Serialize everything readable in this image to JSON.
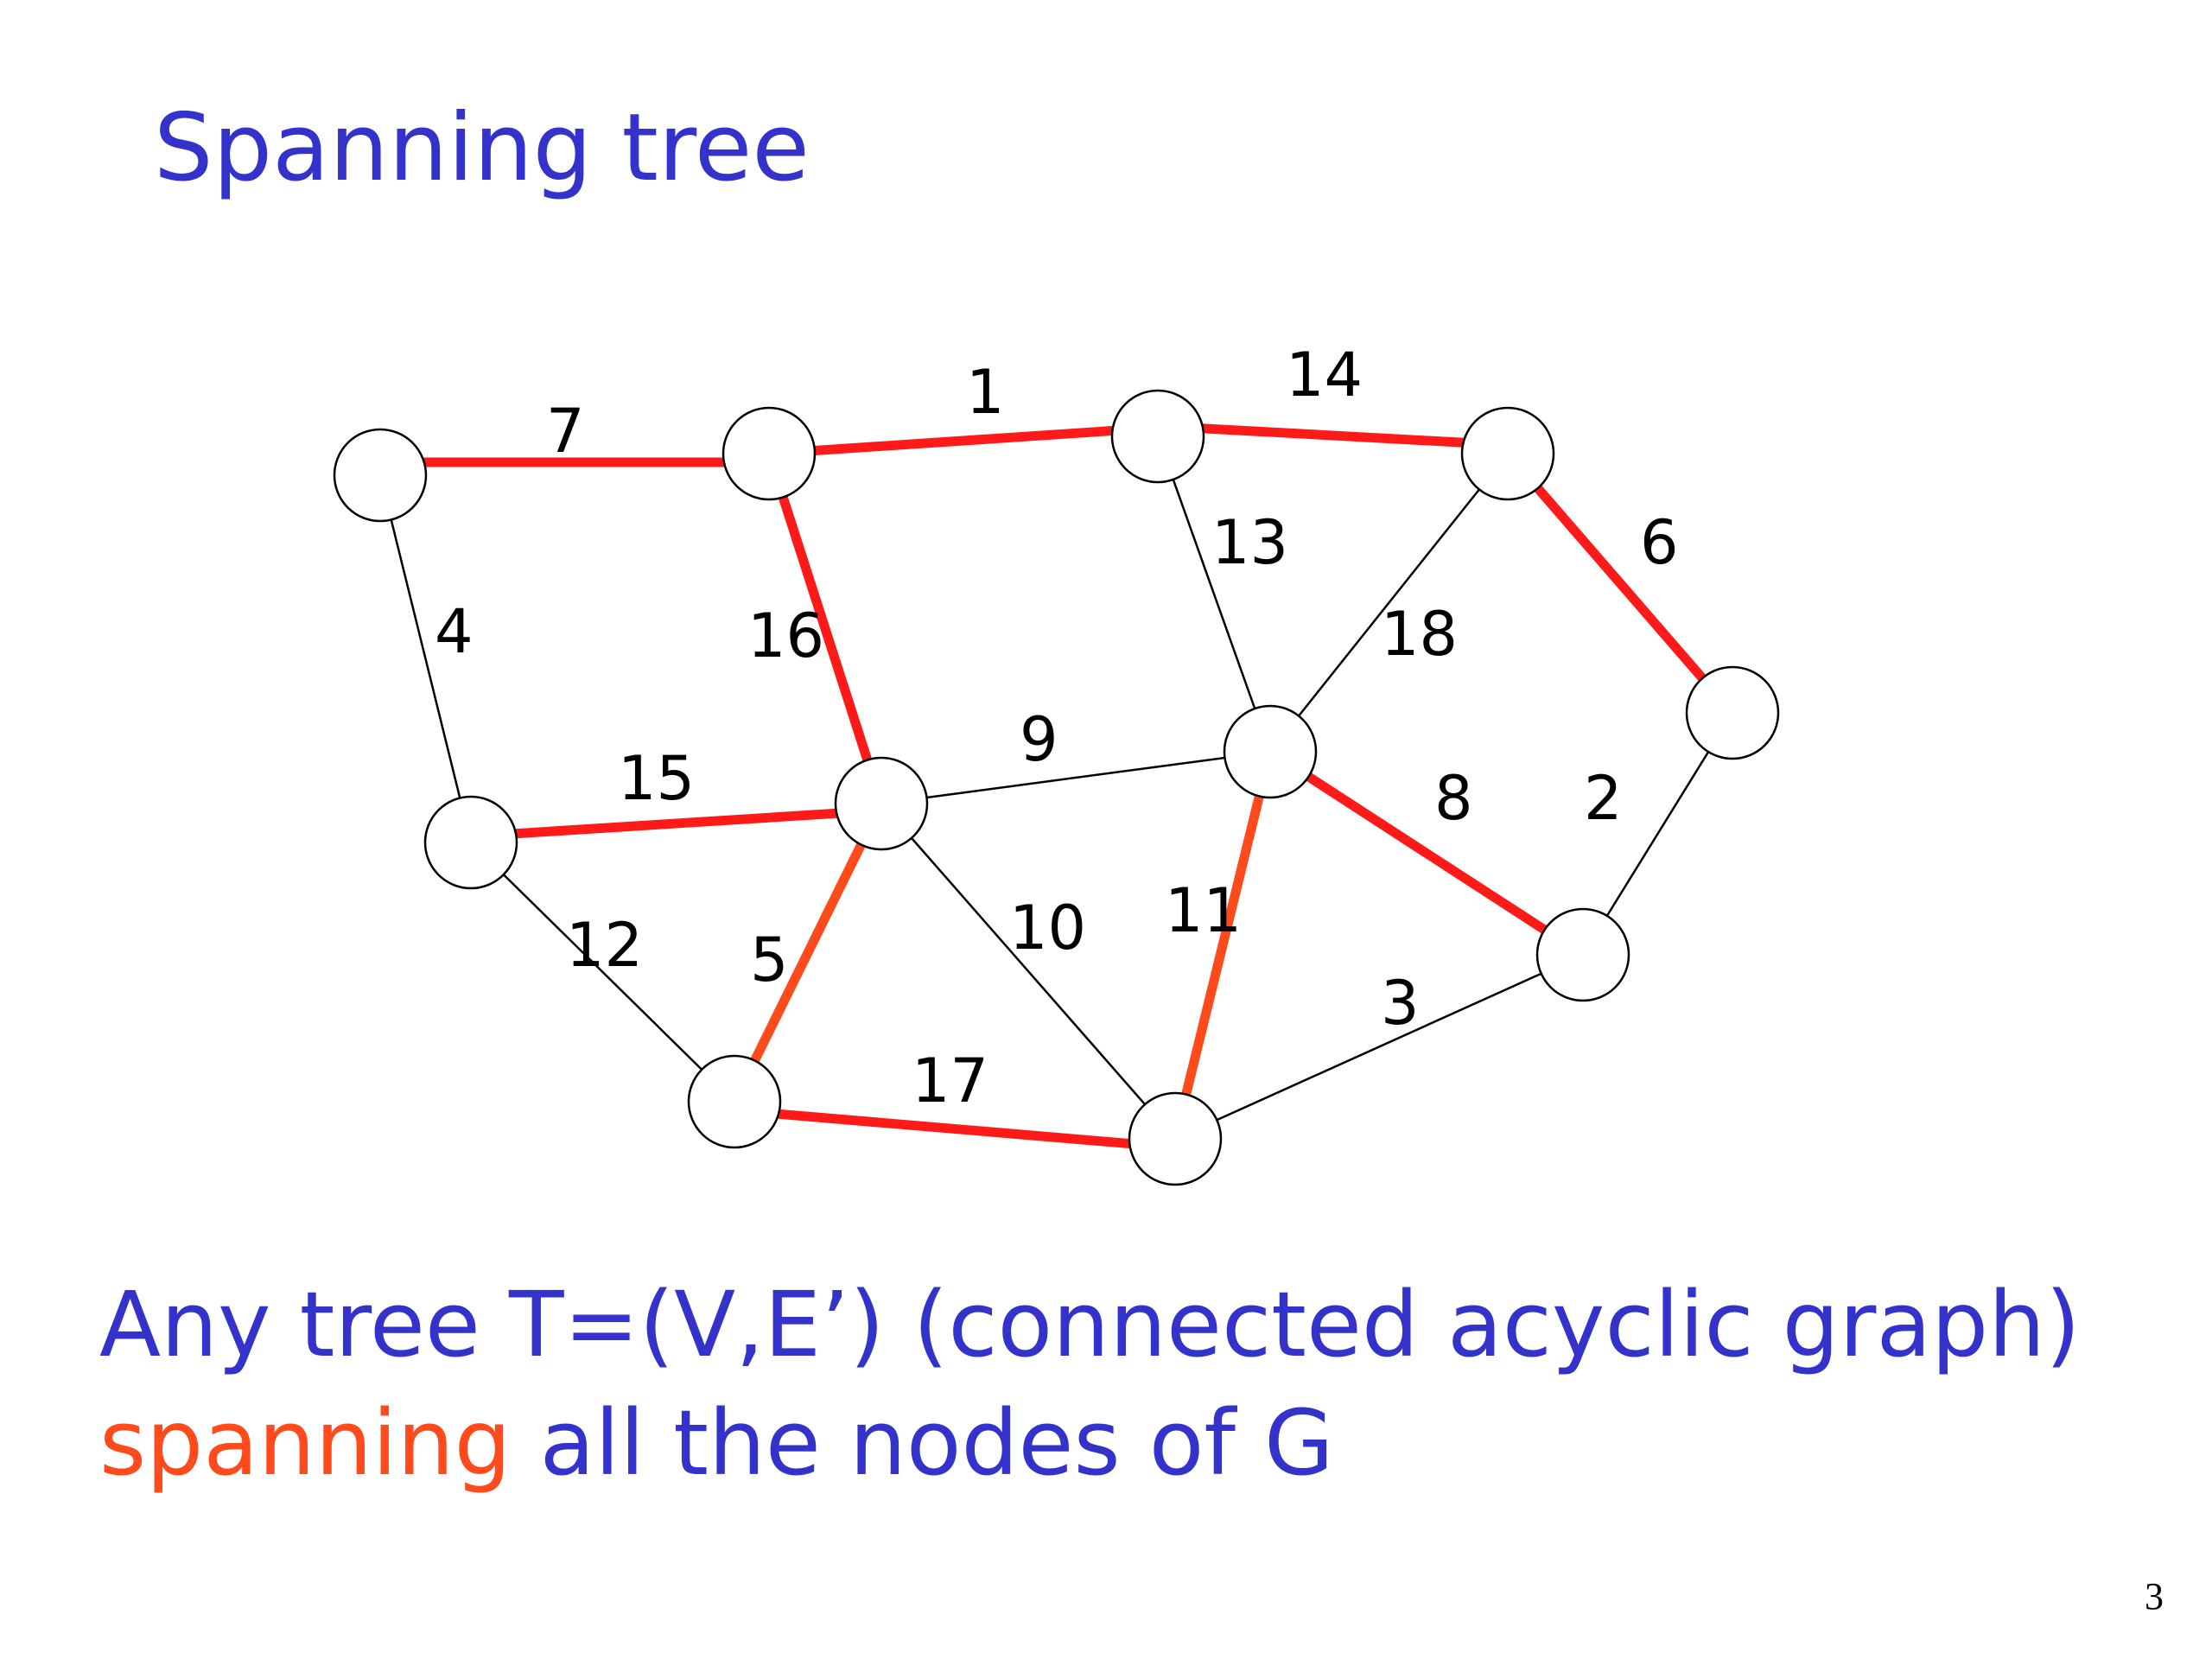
{
  "title": "Spanning tree",
  "diagram": {
    "edge_labels": {
      "e1": "1",
      "e2": "2",
      "e3": "3",
      "e4": "4",
      "e5": "5",
      "e6": "6",
      "e7": "7",
      "e8": "8",
      "e9": "9",
      "e10": "10",
      "e11": "11",
      "e12": "12",
      "e13": "13",
      "e14": "14",
      "e15": "15",
      "e16": "16",
      "e17": "17",
      "e18": "18"
    },
    "tree_color": "#ff1a1a",
    "tree_color_alt": "#ff4a1c",
    "edge_color": "#000000",
    "node_fill": "#ffffff"
  },
  "caption": {
    "line1": "Any tree T=(V,E’) (connected acyclic graph)",
    "line2_highlight": "spanning",
    "line2_rest": " all the nodes of G"
  },
  "page_number": "3"
}
